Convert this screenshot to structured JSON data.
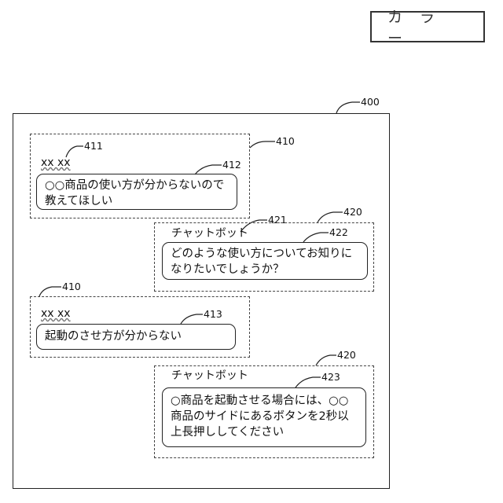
{
  "stamp": {
    "text": "カラー"
  },
  "refs": {
    "r400": "400",
    "r410a": "410",
    "r411": "411",
    "r412": "412",
    "r420a": "420",
    "r421": "421",
    "r422": "422",
    "r410b": "410",
    "r413": "413",
    "r420b": "420",
    "r423": "423"
  },
  "messages": {
    "user_name_1": "xx xx",
    "user_msg_1": "○○商品の使い方が分からないので教えてほしい",
    "bot_name_1": "チャットボット",
    "bot_msg_1": "どのような使い方についてお知りになりたいでしょうか？",
    "user_name_2": "xx xx",
    "user_msg_2": "起動のさせ方が分からない",
    "bot_name_2": "チャットボット",
    "bot_msg_2": "○商品を起動させる場合には、○○商品のサイドにあるボタンを2秒以上長押ししてください"
  }
}
